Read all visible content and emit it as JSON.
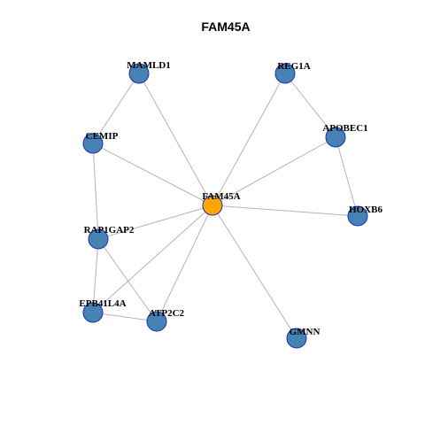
{
  "title": "FAM45A",
  "colors": {
    "center_node": "#ffa500",
    "node": "#4682b4",
    "node_border": "#1c2fb4",
    "edge": "#b4b4b4"
  },
  "nodes": [
    {
      "id": "FAM45A",
      "label": "FAM45A",
      "center": true
    },
    {
      "id": "MAMLD1",
      "label": "MAMLD1"
    },
    {
      "id": "REG1A",
      "label": "REG1A"
    },
    {
      "id": "CEMIP",
      "label": "CEMIP"
    },
    {
      "id": "APOBEC1",
      "label": "APOBEC1"
    },
    {
      "id": "HOXB6",
      "label": "HOXB6"
    },
    {
      "id": "RAP1GAP2",
      "label": "RAP1GAP2"
    },
    {
      "id": "EPB41L4A",
      "label": "EPB41L4A"
    },
    {
      "id": "ATP2C2",
      "label": "ATP2C2"
    },
    {
      "id": "GMNN",
      "label": "GMNN"
    }
  ],
  "edges": [
    [
      "FAM45A",
      "MAMLD1"
    ],
    [
      "FAM45A",
      "REG1A"
    ],
    [
      "FAM45A",
      "CEMIP"
    ],
    [
      "FAM45A",
      "APOBEC1"
    ],
    [
      "FAM45A",
      "HOXB6"
    ],
    [
      "FAM45A",
      "RAP1GAP2"
    ],
    [
      "FAM45A",
      "EPB41L4A"
    ],
    [
      "FAM45A",
      "ATP2C2"
    ],
    [
      "FAM45A",
      "GMNN"
    ],
    [
      "MAMLD1",
      "CEMIP"
    ],
    [
      "REG1A",
      "APOBEC1"
    ],
    [
      "APOBEC1",
      "HOXB6"
    ],
    [
      "CEMIP",
      "RAP1GAP2"
    ],
    [
      "RAP1GAP2",
      "EPB41L4A"
    ],
    [
      "RAP1GAP2",
      "ATP2C2"
    ],
    [
      "EPB41L4A",
      "ATP2C2"
    ]
  ]
}
